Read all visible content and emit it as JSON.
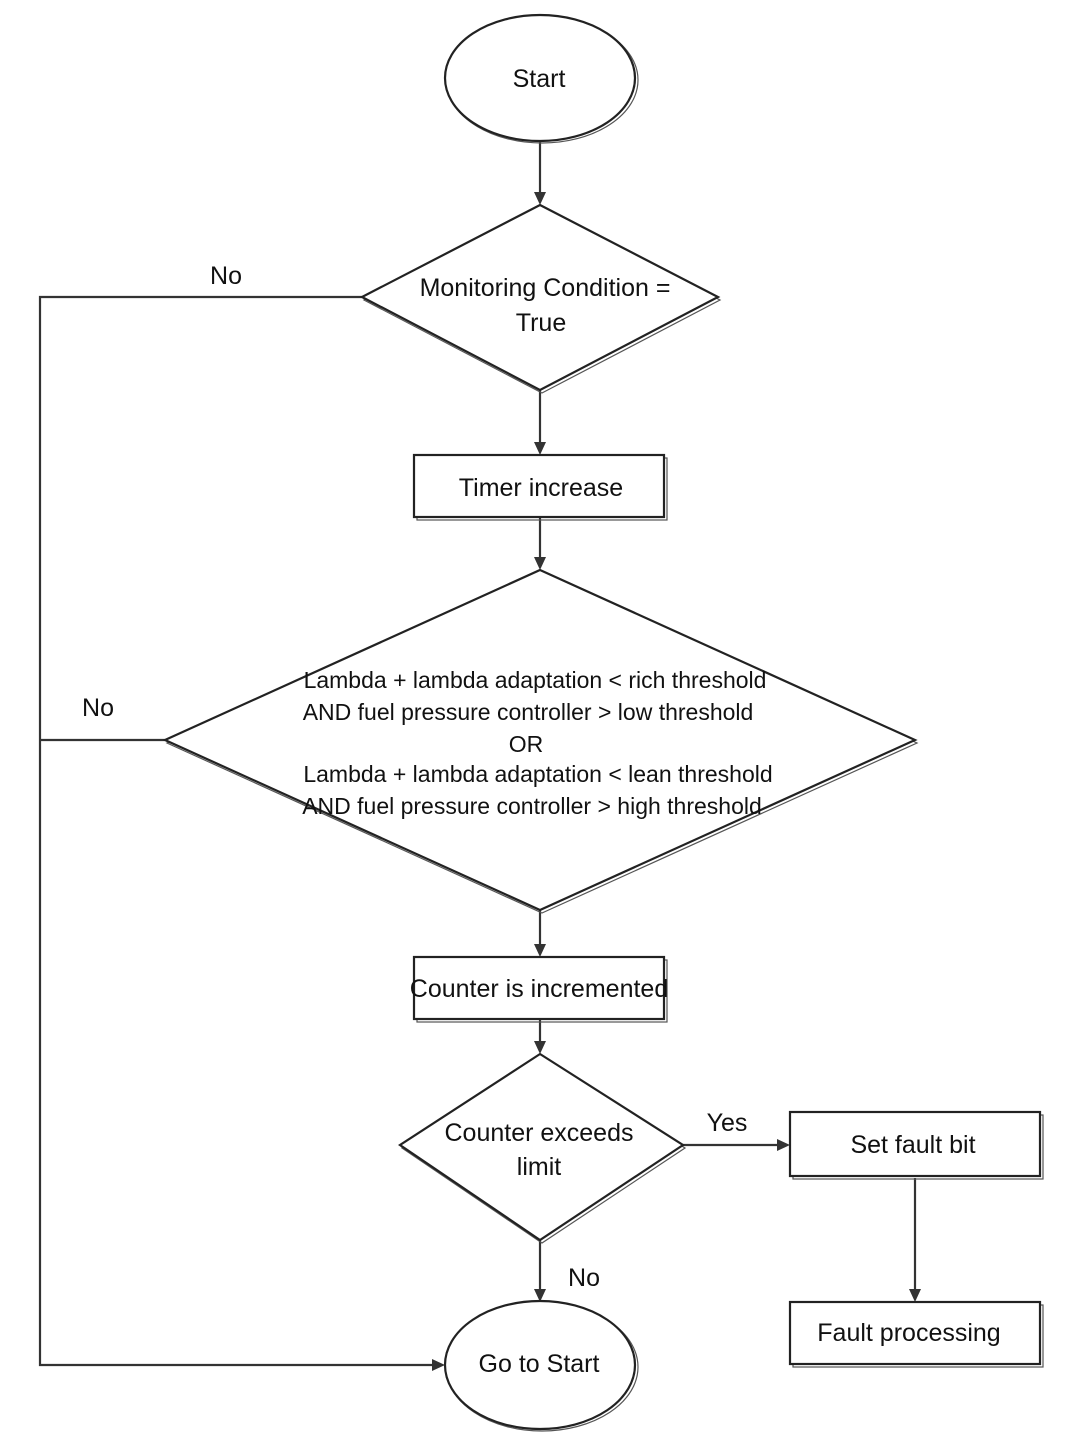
{
  "nodes": {
    "start": "Start",
    "monitoring": [
      "Monitoring Condition =",
      "True"
    ],
    "timer": "Timer increase",
    "lambda_check": [
      "Lambda + lambda adaptation < rich threshold",
      "AND fuel pressure controller > low threshold",
      "OR",
      "Lambda + lambda adaptation < lean threshold",
      "AND fuel pressure controller > high threshold"
    ],
    "counter": "Counter is incremented",
    "exceeds": [
      "Counter exceeds",
      "limit"
    ],
    "set_fault": "Set fault bit",
    "fault_processing": "Fault processing",
    "go_to_start": "Go to Start"
  },
  "edge_labels": {
    "monitoring_no": "No",
    "lambda_no": "No",
    "exceeds_yes": "Yes",
    "exceeds_no": "No"
  }
}
